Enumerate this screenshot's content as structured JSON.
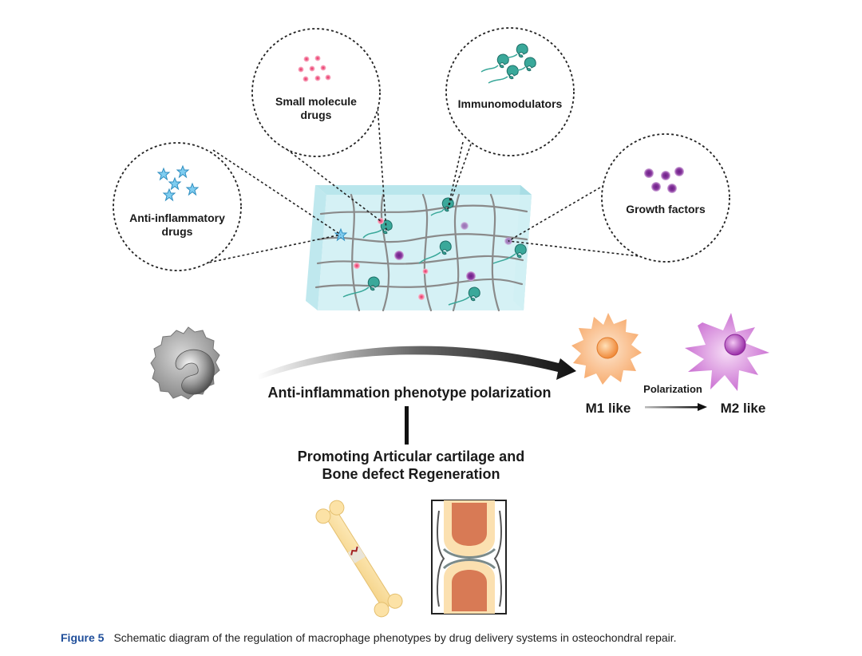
{
  "labels": {
    "small_molecule_line1": "Small molecule",
    "small_molecule_line2": "drugs",
    "immunomodulators": "Immunomodulators",
    "anti_inflammatory_line1": "Anti-inflammatory",
    "anti_inflammatory_line2": "drugs",
    "growth_factors": "Growth factors",
    "polarization_main": "Anti-inflammation phenotype polarization",
    "m1": "M1 like",
    "m2": "M2 like",
    "polarization_small": "Polarization",
    "outcome_line1": "Promoting Articular cartilage and",
    "outcome_line2": "Bone defect Regeneration"
  },
  "caption": {
    "number": "Figure 5",
    "text": "Schematic diagram of the regulation of macrophage phenotypes by drug delivery systems in osteochondral repair."
  },
  "colors": {
    "small_molecule": "#f0477a",
    "immunomodulator": "#3aa89a",
    "anti_inflammatory": "#4fb3dd",
    "growth_factor": "#8a3aa0",
    "hydrogel": "#cdeef2",
    "m1_cell": "#f7a96a",
    "m2_cell": "#c86ad0",
    "caption_accent": "#1f4e9a"
  }
}
